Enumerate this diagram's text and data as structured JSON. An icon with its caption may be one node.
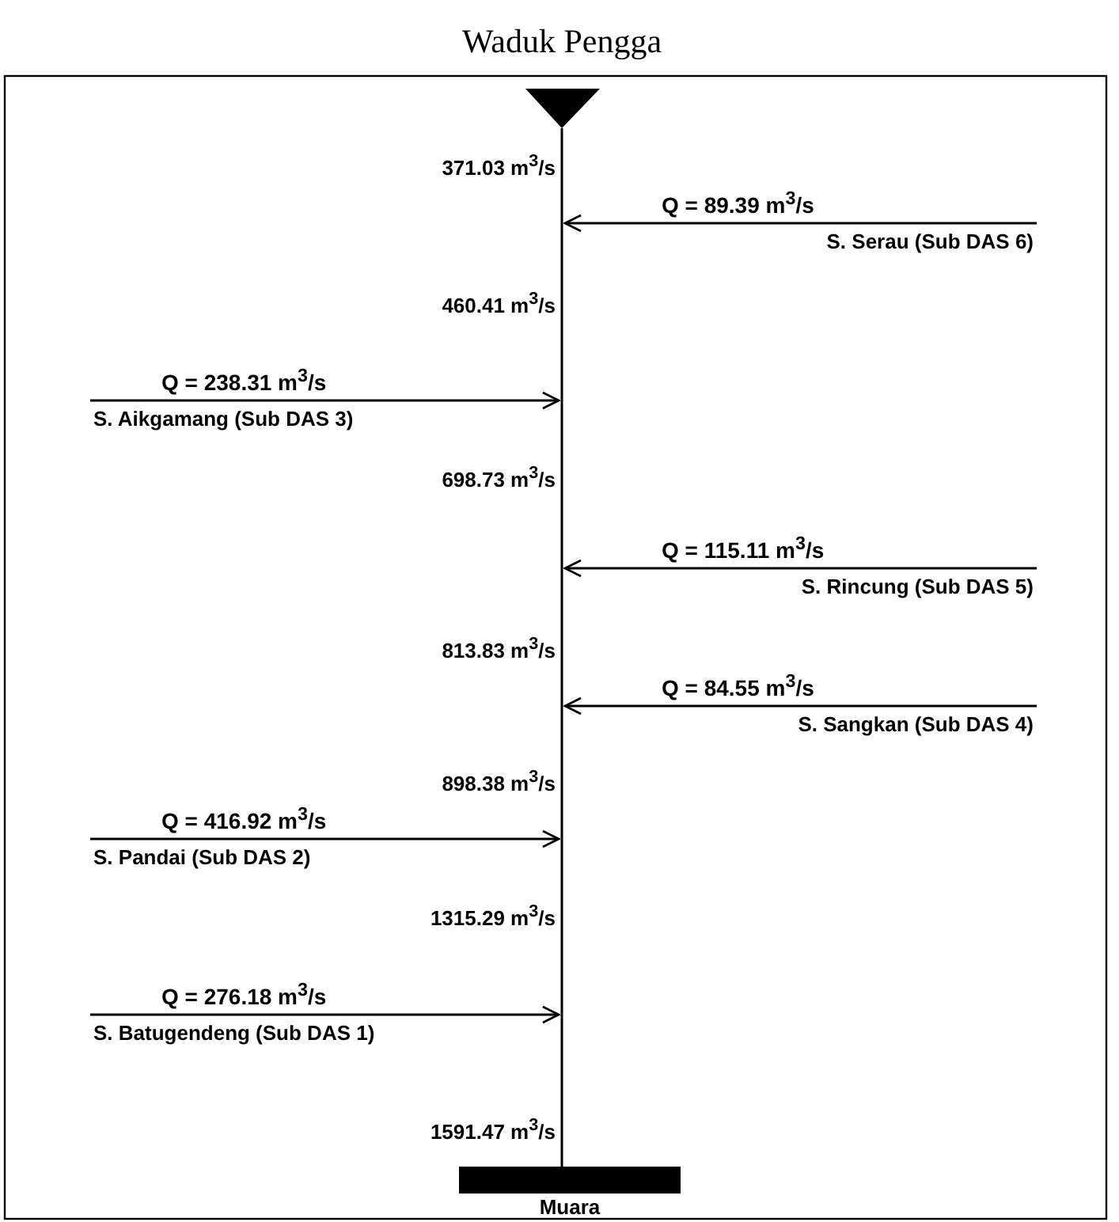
{
  "diagram": {
    "nodes": [
      {
        "text": [
          "Waduk Pengga"
        ]
      },
      {
        "text": [
          "Q = 89.39 m$^{3}$/s",
          "S. Serau (Sub DAS 6)"
        ]
      },
      {
        "text": [
          "Q = 238.31 m$^{3}$/s",
          "S. Aikgamang (Sub DAS 3)"
        ]
      },
      {
        "text": [
          "Q = 115.11 m$^{3}$/s",
          "S. Rincung (Sub DAS 5)"
        ]
      },
      {
        "text": [
          "Q = 84.55 m$^{3}$/s",
          "S. Sangkan (Sub DAS 4)"
        ]
      },
      {
        "text": [
          "Q = 416.92 m$^{3}$/s",
          "S. Pandai (Sub DAS 2)"
        ]
      },
      {
        "text": [
          "Q = 276.18 m$^{3}$/s",
          "S. Batugendeng (Sub DAS 1)"
        ]
      },
      {
        "text": [
          "Muara"
        ]
      }
    ],
    "edges": [
      {
        "from": 0,
        "to": 7,
        "arrow": "none"
      },
      {
        "from": 1,
        "to": null,
        "arrow": "to"
      },
      {
        "from": 2,
        "to": null,
        "arrow": "to"
      },
      {
        "from": 3,
        "to": null,
        "arrow": "to"
      },
      {
        "from": 4,
        "to": null,
        "arrow": "to"
      },
      {
        "from": 5,
        "to": null,
        "arrow": "to"
      },
      {
        "from": 6,
        "to": null,
        "arrow": "to"
      }
    ],
    "labels": [
      "371.03 m$^{3}$/s",
      "460.41 m$^{3}$/s",
      "698.73 m$^{3}$/s",
      "813.83 m$^{3}$/s",
      "898.38 m$^{3}$/s",
      "1315.29 m$^{3}$/s",
      "1591.47 m$^{3}$/s"
    ]
  }
}
